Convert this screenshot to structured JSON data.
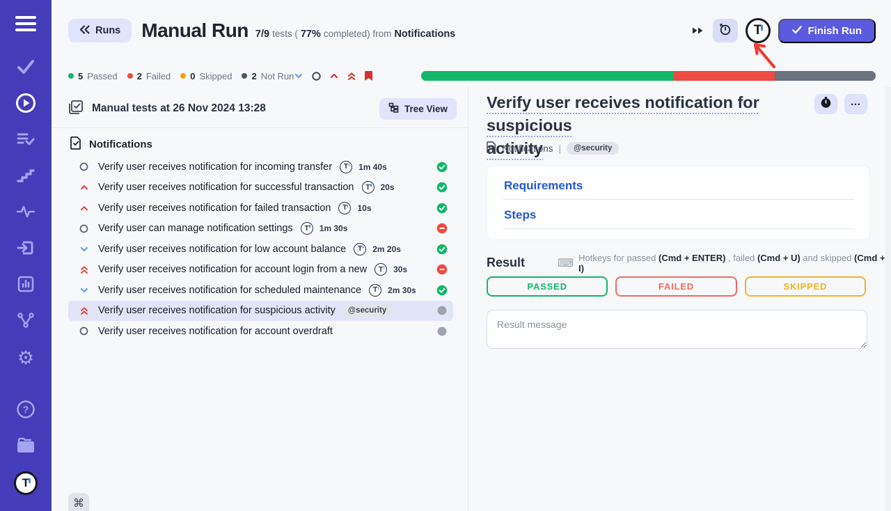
{
  "colors": {
    "sidebar": "#443cb8",
    "accent_purple": "#5a5be0",
    "lavender": "#e2e4fb",
    "passed_green": "#12b76a",
    "failed_red": "#ee4b42",
    "skipped_amber": "#f0b429",
    "notrun_gray": "#6b7280",
    "link_blue": "#2257d6",
    "priority_red": "#e2453c",
    "priority_blue": "#5c9cf5"
  },
  "sidebar": {
    "items": [
      "menu",
      "tests",
      "runs",
      "test-plans",
      "steps",
      "pulse",
      "import",
      "analytics",
      "branches",
      "settings",
      "help",
      "documents",
      "logo"
    ],
    "active_item": "runs"
  },
  "header": {
    "back_label": "Runs",
    "title": "Manual Run",
    "subtitle": {
      "count": "7/9",
      "tests_word": "tests (",
      "percent": "77%",
      "completed_word": "completed) from",
      "source": "Notifications"
    },
    "finish_label": "Finish Run"
  },
  "status_bar": {
    "counts": [
      {
        "value": "5",
        "label": "Passed",
        "color": "#12b76a"
      },
      {
        "value": "2",
        "label": "Failed",
        "color": "#ee4b42"
      },
      {
        "value": "0",
        "label": "Skipped",
        "color": "#f0a30a"
      },
      {
        "value": "2",
        "label": "Not Run",
        "color": "#4b5563"
      }
    ],
    "progress_segments": [
      {
        "status": "passed",
        "pct": 55.6,
        "color": "#12b76a"
      },
      {
        "status": "failed",
        "pct": 22.2,
        "color": "#ee4b42"
      },
      {
        "status": "not-run",
        "pct": 22.2,
        "color": "#6b7280"
      }
    ]
  },
  "run_panel": {
    "run_title": "Manual tests at 26 Nov 2024 13:28",
    "tree_view_label": "Tree View",
    "suite": "Notifications",
    "tests": [
      {
        "priority": "normal",
        "title": "Verify user receives notification for incoming transfer",
        "duration": "1m 40s",
        "status": "passed"
      },
      {
        "priority": "high",
        "title": "Verify user receives notification for successful transaction",
        "duration": "20s",
        "status": "passed"
      },
      {
        "priority": "high",
        "title": "Verify user receives notification for failed transaction",
        "duration": "10s",
        "status": "passed"
      },
      {
        "priority": "normal",
        "title": "Verify user can manage notification settings",
        "duration": "1m 30s",
        "status": "failed"
      },
      {
        "priority": "low",
        "title": "Verify user receives notification for low account balance",
        "duration": "2m 20s",
        "status": "passed"
      },
      {
        "priority": "highest",
        "title": "Verify user receives notification for account login from a new",
        "duration": "30s",
        "status": "failed"
      },
      {
        "priority": "low",
        "title": "Verify user receives notification for scheduled maintenance",
        "duration": "2m 30s",
        "status": "passed"
      },
      {
        "priority": "highest",
        "title": "Verify user receives notification for suspicious activity",
        "tag": "@security",
        "status": "notrun",
        "selected": true
      },
      {
        "priority": "normal",
        "title": "Verify user receives notification for account overdraft",
        "status": "notrun"
      }
    ],
    "command_glyph": "⌘"
  },
  "detail": {
    "title": "Verify user receives notification for suspicious activity",
    "title_lines": [
      "Verify user receives notification for suspicious",
      "activity"
    ],
    "breadcrumb_suite": "Notifications",
    "breadcrumb_sep": "|",
    "tag": "@security",
    "sections": [
      "Requirements",
      "Steps"
    ],
    "result": {
      "heading": "Result",
      "keyboard_glyph": "⌨",
      "hotkey_parts": [
        {
          "text": "Hotkeys for passed ",
          "bold": false
        },
        {
          "text": "(Cmd + ENTER)",
          "bold": true
        },
        {
          "text": " , failed ",
          "bold": false
        },
        {
          "text": "(Cmd + U)",
          "bold": true
        },
        {
          "text": " and skipped ",
          "bold": false
        },
        {
          "text": "(Cmd + I)",
          "bold": true
        }
      ],
      "verdict_buttons": [
        {
          "label": "PASSED",
          "kind": "pass"
        },
        {
          "label": "FAILED",
          "kind": "fail"
        },
        {
          "label": "SKIPPED",
          "kind": "skip"
        }
      ],
      "message_placeholder": "Result message"
    }
  }
}
